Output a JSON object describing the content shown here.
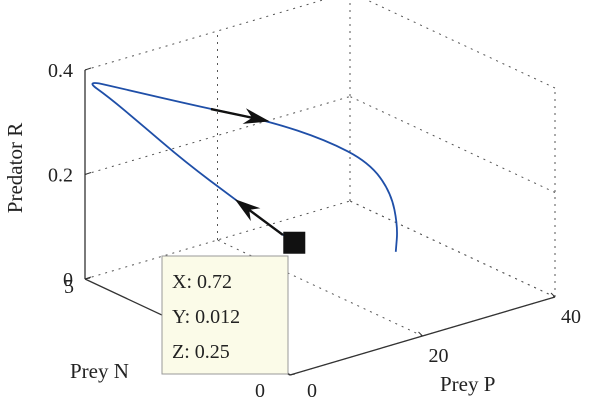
{
  "chart_data": {
    "type": "line",
    "projection": "3d",
    "xlabel": "Prey P",
    "ylabel": "Prey N",
    "zlabel": "Predator R",
    "xlim": [
      0,
      40
    ],
    "ylim": [
      0,
      5
    ],
    "zlim": [
      0,
      0.4
    ],
    "x_ticks": [
      0,
      20,
      40
    ],
    "x_tick_labels": [
      "0",
      "20",
      "40"
    ],
    "y_ticks": [
      0,
      5
    ],
    "y_tick_labels": [
      "0",
      "5"
    ],
    "z_ticks": [
      0,
      0.2,
      0.4
    ],
    "z_tick_labels": [
      "0",
      "0.2",
      "0.4"
    ],
    "grid": true,
    "colors": {
      "trajectory": "#1f4fa8",
      "arrow": "#111111",
      "marker": "#111111",
      "axis": "#333333",
      "grid": "#555555",
      "tooltip_bg": "#fbfbe8",
      "tooltip_border": "#999999"
    },
    "series": [
      {
        "points": [
          {
            "x": 0.72,
            "y": 0.012,
            "z": 0.25
          },
          {
            "x": 1.6,
            "y": 0.7,
            "z": 0.252
          },
          {
            "x": 2.8,
            "y": 1.8,
            "z": 0.26
          },
          {
            "x": 4.0,
            "y": 3.2,
            "z": 0.275
          },
          {
            "x": 5.0,
            "y": 4.5,
            "z": 0.3
          },
          {
            "x": 4.8,
            "y": 5.2,
            "z": 0.323
          },
          {
            "x": 3.7,
            "y": 5.6,
            "z": 0.345
          },
          {
            "x": 3.0,
            "y": 4.5,
            "z": 0.37
          },
          {
            "x": 4.0,
            "y": 2.8,
            "z": 0.395
          },
          {
            "x": 5.6,
            "y": 1.4,
            "z": 0.413
          },
          {
            "x": 6.6,
            "y": 0.2,
            "z": 0.418
          },
          {
            "x": 7.0,
            "y": -0.8,
            "z": 0.41
          },
          {
            "x": 7.2,
            "y": -1.3,
            "z": 0.37
          },
          {
            "x": 7.3,
            "y": -1.45,
            "z": 0.31
          },
          {
            "x": 7.3,
            "y": -1.4,
            "z": 0.26
          }
        ]
      }
    ],
    "arrows": [
      {
        "from": {
          "x": 1.6,
          "y": 0.7,
          "z": 0.252
        },
        "to": {
          "x": 2.8,
          "y": 1.8,
          "z": 0.26
        }
      },
      {
        "from": {
          "x": 4.0,
          "y": 2.8,
          "z": 0.395
        },
        "to": {
          "x": 5.6,
          "y": 1.4,
          "z": 0.413
        }
      }
    ],
    "marker": {
      "x": 0.72,
      "y": 0.012,
      "z": 0.25,
      "shape": "square"
    },
    "datatip": {
      "lines": [
        "X: 0.72",
        "Y: 0.012",
        "Z: 0.25"
      ]
    }
  }
}
